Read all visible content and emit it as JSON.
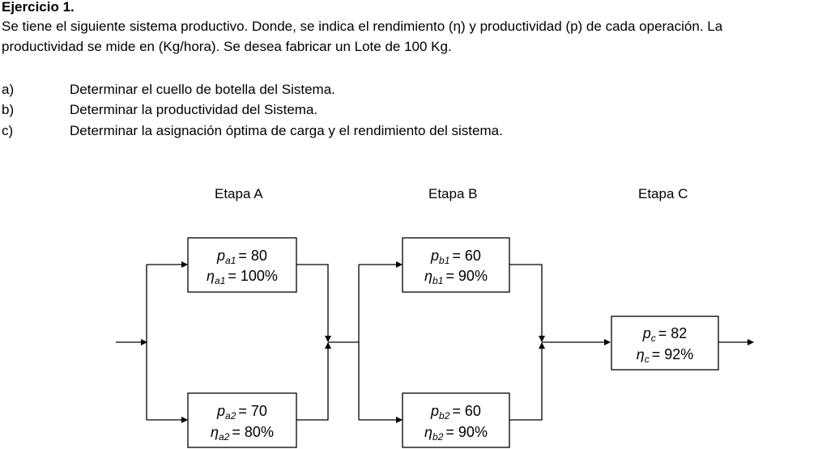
{
  "heading": "Ejercicio 1.",
  "intro_line1": "Se tiene el siguiente sistema productivo. Donde, se indica el rendimiento (η) y productividad (p) de cada operación. La",
  "intro_line2": "productividad se mide en (Kg/hora). Se desea fabricar un Lote de 100 Kg.",
  "questions": [
    {
      "mark": "a)",
      "text": "Determinar el cuello de botella del Sistema."
    },
    {
      "mark": "b)",
      "text": "Determinar la productividad del Sistema."
    },
    {
      "mark": "c)",
      "text": "Determinar la asignación óptima de carga y el rendimiento del sistema."
    }
  ],
  "diagram": {
    "stages": [
      "Etapa A",
      "Etapa B",
      "Etapa C"
    ],
    "boxes": {
      "a1": {
        "p_sym": "p",
        "p_sub": "a1",
        "p_val": "= 80",
        "n_sym": "η",
        "n_sub": "a1",
        "n_val": "= 100%"
      },
      "a2": {
        "p_sym": "p",
        "p_sub": "a2",
        "p_val": "= 70",
        "n_sym": "η",
        "n_sub": "a2",
        "n_val": "= 80%"
      },
      "b1": {
        "p_sym": "p",
        "p_sub": "b1",
        "p_val": "= 60",
        "n_sym": "η",
        "n_sub": "b1",
        "n_val": "= 90%"
      },
      "b2": {
        "p_sym": "p",
        "p_sub": "b2",
        "p_val": "= 60",
        "n_sym": "η",
        "n_sub": "b2",
        "n_val": "= 90%"
      },
      "c": {
        "p_sym": "p",
        "p_sub": "c",
        "p_val": "= 82",
        "n_sym": "η",
        "n_sub": "c",
        "n_val": "= 92%"
      }
    }
  }
}
